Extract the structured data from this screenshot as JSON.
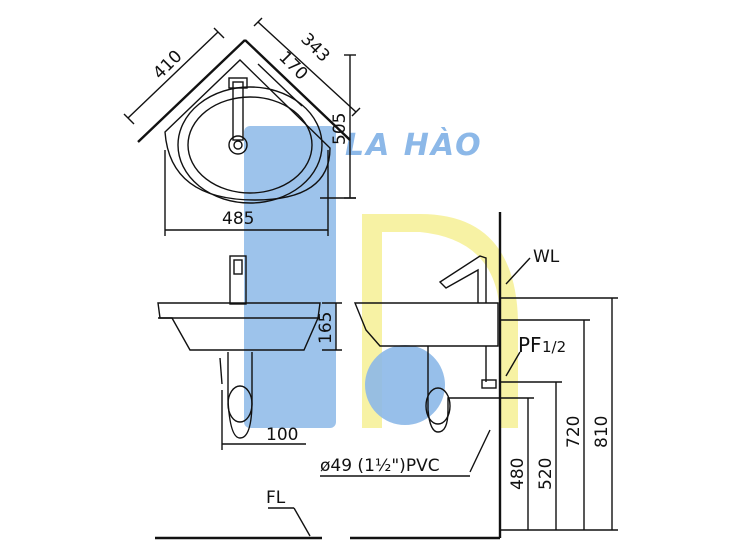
{
  "watermark": {
    "text": "LA HÀO",
    "blue": "#8cb8e8",
    "yellow": "#f6f19a"
  },
  "labels": {
    "wl": "WL",
    "fl": "FL",
    "pf": "PF",
    "pf_size": "1/2",
    "pipe": "ø49 (1½\")PVC"
  },
  "dimensions": {
    "d410": "410",
    "d343": "343",
    "d170": "170",
    "d505": "505",
    "d485": "485",
    "d165": "165",
    "d100": "100",
    "d480": "480",
    "d520": "520",
    "d720": "720",
    "d810": "810"
  }
}
